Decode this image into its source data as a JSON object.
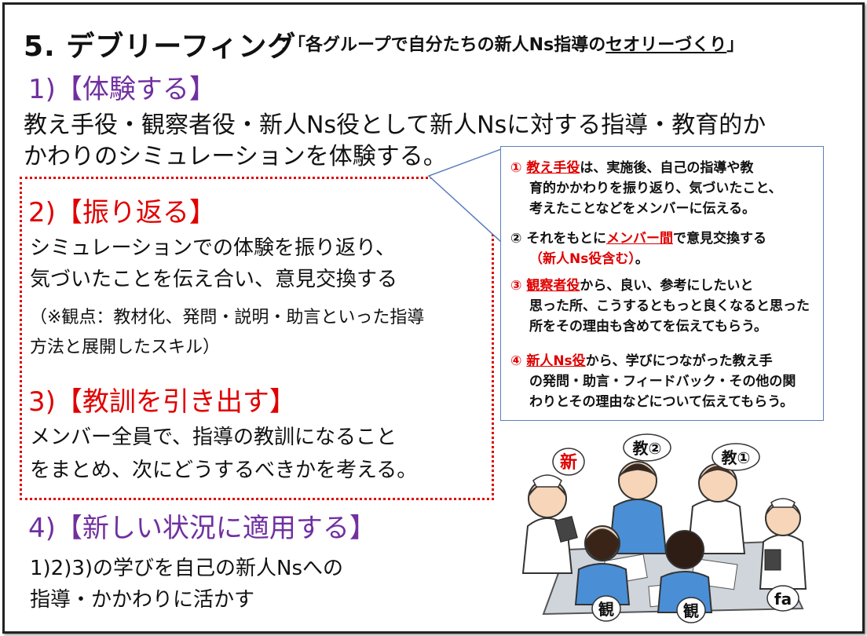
{
  "title": {
    "main": "5. デブリーフィング",
    "sub_prefix": "：「各グループで自分たちの新人Ns指導の",
    "sub_underlined": "セオリーづくり",
    "sub_suffix": "」"
  },
  "step1": {
    "heading": "1)【体験する】",
    "body": [
      "教え手役・観察者役・新人Ns役として新人Nsに対する指導・教育的か",
      "かわりのシミュレーションを体験する。"
    ]
  },
  "step2": {
    "heading": "2)【振り返る】",
    "body": [
      "シミュレーションでの体験を振り返り、",
      "気づいたことを伝え合い、意見交換する"
    ],
    "note": [
      "（※観点：教材化、発問・説明・助言といった指導",
      "方法と展開したスキル）"
    ]
  },
  "step3": {
    "heading": "3)【教訓を引き出す】",
    "body": [
      "メンバー全員で、指導の教訓になること",
      "をまとめ、次にどうするべきかを考える。"
    ]
  },
  "step4": {
    "heading": "4)【新しい状況に適用する】",
    "body": [
      "1)2)3)の学びを自己の新人Nsへの",
      "指導・かかわりに活かす"
    ]
  },
  "callout": {
    "item1": {
      "num": "①",
      "role": "教え手役",
      "line1_rest": "は、実施後、自己の指導や教",
      "line2": "育的かかわりを振り返り、気づいたこと、",
      "line3": "考えたことなどをメンバーに伝える。"
    },
    "item2": {
      "num": "②",
      "pre": "それをもとに",
      "role": "メンバー間",
      "post": "で意見交換する",
      "line2": "（新人Ns役含む）",
      "line2_end": "。"
    },
    "item3": {
      "num": "③",
      "role": "観察者役",
      "line1_rest": "から、良い、参考にしたいと",
      "line2": "思った所、こうするともっと良くなると思った",
      "line3": "所をその理由も含めてを伝えてもらう。"
    },
    "item4": {
      "num": "④",
      "role": "新人Ns役",
      "line1_rest": "から、学びにつながった教え手",
      "line2": "の発問・助言・フィードバック・その他の関",
      "line3": "わりとその理由などについて伝えてもらう。"
    }
  },
  "illustration": {
    "labels": {
      "shin": "新",
      "kyo2": "教②",
      "kyo1": "教①",
      "kan1": "観",
      "kan2": "観",
      "fa": "fa"
    },
    "colors": {
      "red_label": "#e00000",
      "scrub_blue": "#4a8fd6",
      "nurse_white": "#ffffff",
      "table": "#cfd5da"
    }
  }
}
